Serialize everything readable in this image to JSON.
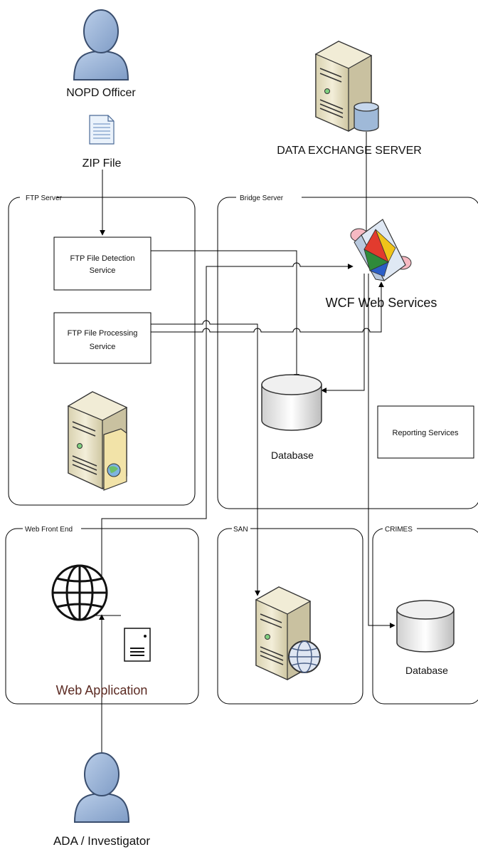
{
  "actors": {
    "officer": "NOPD Officer",
    "investigator": "ADA / Investigator"
  },
  "zip_file": "ZIP File",
  "data_exchange_server": "DATA EXCHANGE SERVER",
  "groups": {
    "ftp_server": "FTP Server",
    "bridge_server": "Bridge Server",
    "web_front_end": "Web Front End",
    "san": "SAN",
    "crimes": "CRIMES"
  },
  "services": {
    "ftp_detection_line1": "FTP File Detection",
    "ftp_detection_line2": "Service",
    "ftp_processing_line1": "FTP File Processing",
    "ftp_processing_line2": "Service",
    "wcf": "WCF Web Services",
    "reporting": "Reporting Services"
  },
  "databases": {
    "bridge_db": "Database",
    "crimes_db": "Database"
  },
  "web_application": "Web Application",
  "colors": {
    "web_application_text": "#5b2a22",
    "server_beige": "#e9e2c4",
    "person_blue": "#9ab3d5"
  }
}
